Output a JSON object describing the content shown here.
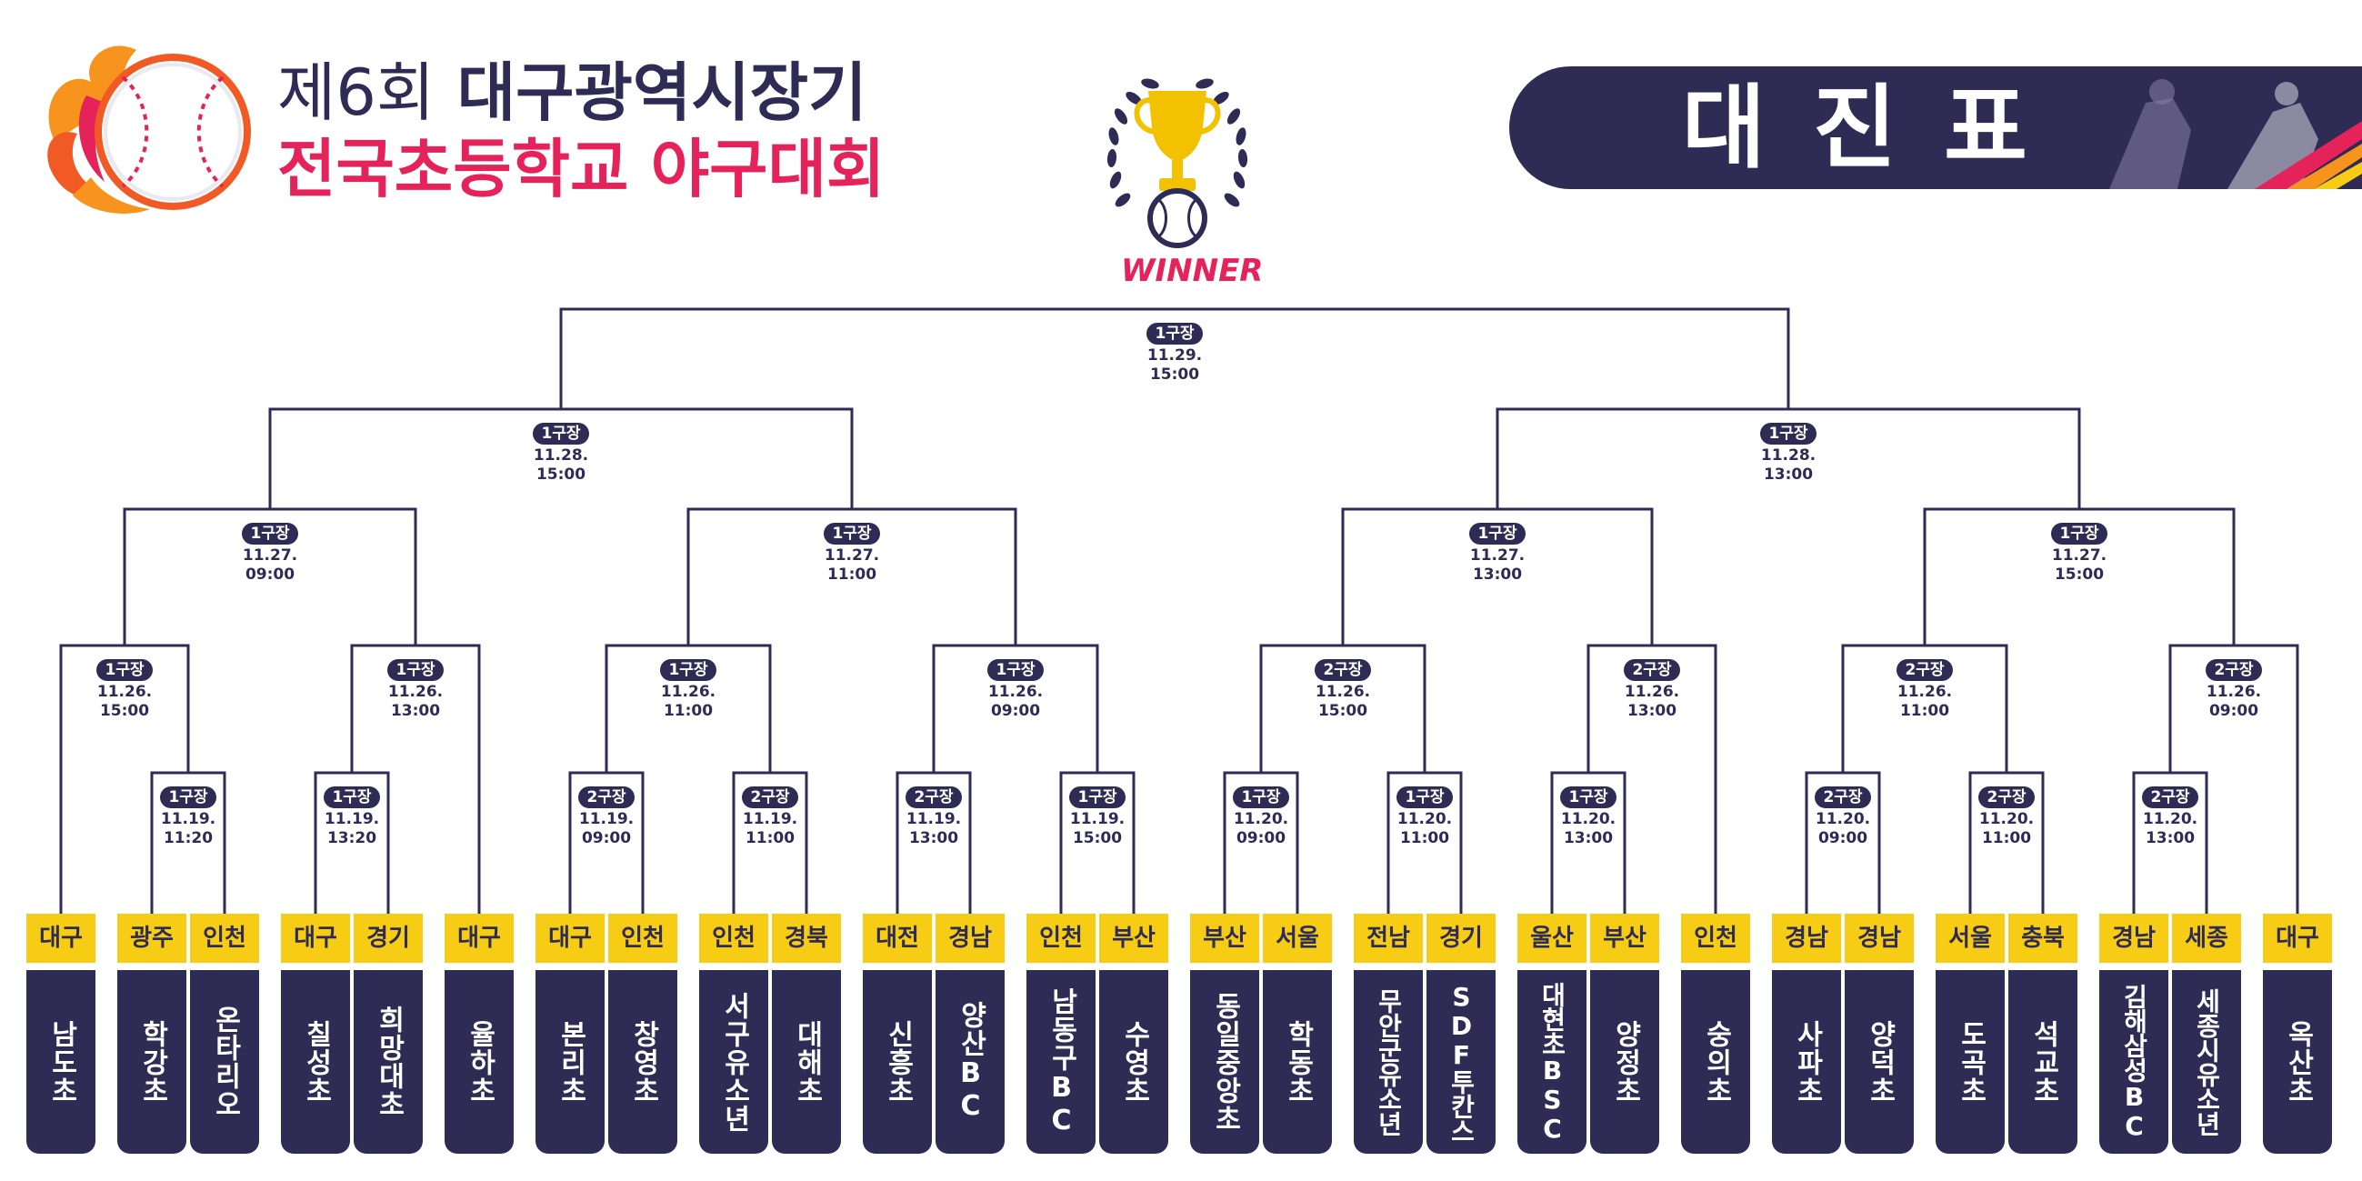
{
  "header": {
    "title_prefix": "제6회",
    "title_main": "대구광역시장기",
    "title_sub": "전국초등학교 야구대회",
    "banner": "대진표",
    "winner": "WINNER"
  },
  "colors": {
    "navy": "#2e2b55",
    "pink": "#e5225a",
    "yellow": "#f7cc15",
    "gold": "#f2c200"
  },
  "icons": [
    "flaming-baseball-icon",
    "trophy-laurel-icon",
    "baseball-player-silhouette-icon"
  ],
  "teams": [
    {
      "region": "대구",
      "school": "남도초"
    },
    {
      "region": "광주",
      "school": "학강초"
    },
    {
      "region": "인천",
      "school": "온타리오"
    },
    {
      "region": "대구",
      "school": "칠성초"
    },
    {
      "region": "경기",
      "school": "희망대초"
    },
    {
      "region": "대구",
      "school": "율하초"
    },
    {
      "region": "대구",
      "school": "본리초"
    },
    {
      "region": "인천",
      "school": "창영초"
    },
    {
      "region": "인천",
      "school": "서구유소년"
    },
    {
      "region": "경북",
      "school": "대해초"
    },
    {
      "region": "대전",
      "school": "신흥초"
    },
    {
      "region": "경남",
      "school": "양산BC"
    },
    {
      "region": "인천",
      "school": "남동구BC"
    },
    {
      "region": "부산",
      "school": "수영초"
    },
    {
      "region": "부산",
      "school": "동일중앙초"
    },
    {
      "region": "서울",
      "school": "학동초"
    },
    {
      "region": "전남",
      "school": "무안군유소년"
    },
    {
      "region": "경기",
      "school": "SDF투칸스"
    },
    {
      "region": "울산",
      "school": "대현초BSC"
    },
    {
      "region": "부산",
      "school": "양정초"
    },
    {
      "region": "인천",
      "school": "숭의초"
    },
    {
      "region": "경남",
      "school": "사파초"
    },
    {
      "region": "경남",
      "school": "양덕초"
    },
    {
      "region": "서울",
      "school": "도곡초"
    },
    {
      "region": "충북",
      "school": "석교초"
    },
    {
      "region": "경남",
      "school": "김해삼성BC"
    },
    {
      "region": "세종",
      "school": "세종시유소년"
    },
    {
      "region": "대구",
      "school": "옥산초"
    }
  ],
  "matches": {
    "r1": [
      {
        "venue": "1구장",
        "date": "11.19.",
        "time": "11:20"
      },
      {
        "venue": "1구장",
        "date": "11.19.",
        "time": "13:20"
      },
      {
        "venue": "2구장",
        "date": "11.19.",
        "time": "09:00"
      },
      {
        "venue": "2구장",
        "date": "11.19.",
        "time": "11:00"
      },
      {
        "venue": "2구장",
        "date": "11.19.",
        "time": "13:00"
      },
      {
        "venue": "1구장",
        "date": "11.19.",
        "time": "15:00"
      },
      {
        "venue": "1구장",
        "date": "11.20.",
        "time": "09:00"
      },
      {
        "venue": "1구장",
        "date": "11.20.",
        "time": "11:00"
      },
      {
        "venue": "1구장",
        "date": "11.20.",
        "time": "13:00"
      },
      {
        "venue": "2구장",
        "date": "11.20.",
        "time": "09:00"
      },
      {
        "venue": "2구장",
        "date": "11.20.",
        "time": "11:00"
      },
      {
        "venue": "2구장",
        "date": "11.20.",
        "time": "13:00"
      }
    ],
    "r16": [
      {
        "venue": "1구장",
        "date": "11.26.",
        "time": "15:00"
      },
      {
        "venue": "1구장",
        "date": "11.26.",
        "time": "13:00"
      },
      {
        "venue": "1구장",
        "date": "11.26.",
        "time": "11:00"
      },
      {
        "venue": "1구장",
        "date": "11.26.",
        "time": "09:00"
      },
      {
        "venue": "2구장",
        "date": "11.26.",
        "time": "15:00"
      },
      {
        "venue": "2구장",
        "date": "11.26.",
        "time": "13:00"
      },
      {
        "venue": "2구장",
        "date": "11.26.",
        "time": "11:00"
      },
      {
        "venue": "2구장",
        "date": "11.26.",
        "time": "09:00"
      }
    ],
    "qf": [
      {
        "venue": "1구장",
        "date": "11.27.",
        "time": "09:00"
      },
      {
        "venue": "1구장",
        "date": "11.27.",
        "time": "11:00"
      },
      {
        "venue": "1구장",
        "date": "11.27.",
        "time": "13:00"
      },
      {
        "venue": "1구장",
        "date": "11.27.",
        "time": "15:00"
      }
    ],
    "sf": [
      {
        "venue": "1구장",
        "date": "11.28.",
        "time": "15:00"
      },
      {
        "venue": "1구장",
        "date": "11.28.",
        "time": "13:00"
      }
    ],
    "final": [
      {
        "venue": "1구장",
        "date": "11.29.",
        "time": "15:00"
      }
    ]
  }
}
